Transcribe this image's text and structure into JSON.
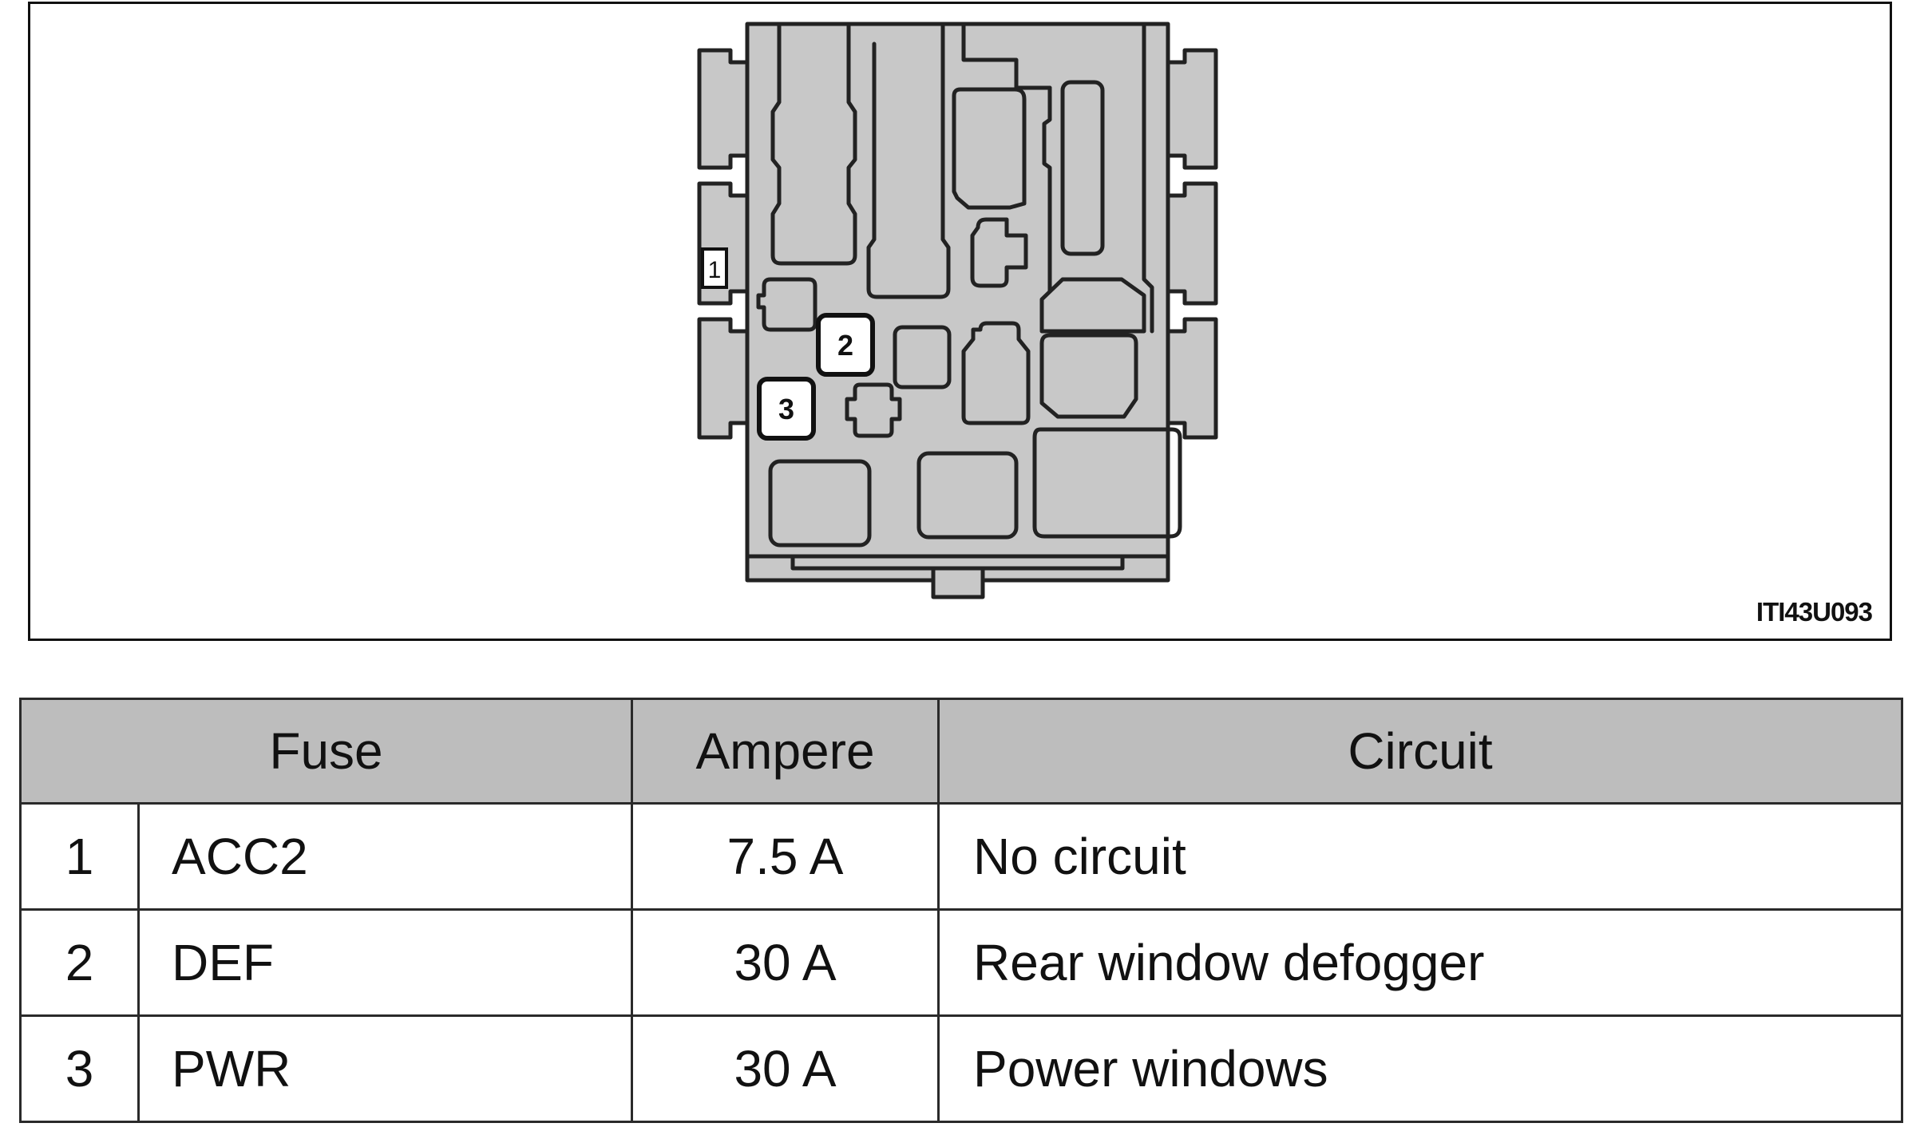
{
  "diagram": {
    "figure_code": "ITI43U093",
    "fuse_labels": [
      "1",
      "2",
      "3"
    ]
  },
  "table": {
    "headers": {
      "fuse": "Fuse",
      "ampere": "Ampere",
      "circuit": "Circuit"
    },
    "rows": [
      {
        "number": "1",
        "name": "ACC2",
        "ampere": "7.5 A",
        "circuit": "No circuit"
      },
      {
        "number": "2",
        "name": "DEF",
        "ampere": "30 A",
        "circuit": "Rear window defogger"
      },
      {
        "number": "3",
        "name": "PWR",
        "ampere": "30 A",
        "circuit": "Power windows"
      }
    ]
  }
}
